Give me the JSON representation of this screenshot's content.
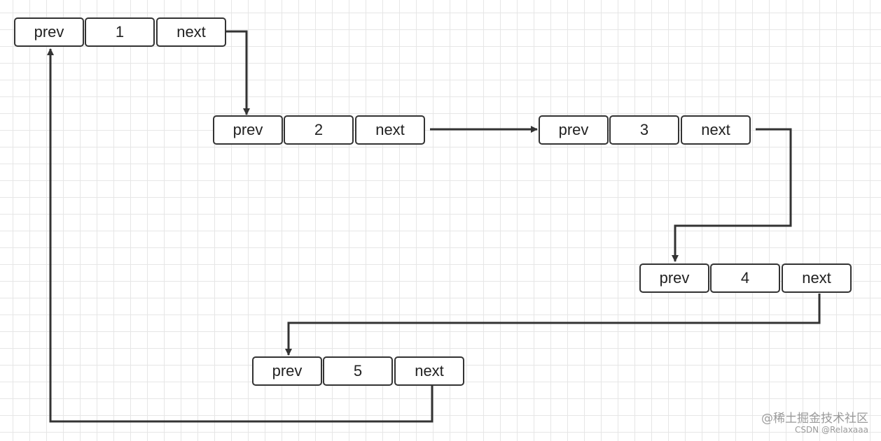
{
  "nodes": [
    {
      "prev_label": "prev",
      "value": "1",
      "next_label": "next"
    },
    {
      "prev_label": "prev",
      "value": "2",
      "next_label": "next"
    },
    {
      "prev_label": "prev",
      "value": "3",
      "next_label": "next"
    },
    {
      "prev_label": "prev",
      "value": "4",
      "next_label": "next"
    },
    {
      "prev_label": "prev",
      "value": "5",
      "next_label": "next"
    }
  ],
  "links": [
    {
      "from": "1",
      "to": "2"
    },
    {
      "from": "2",
      "to": "3"
    },
    {
      "from": "3",
      "to": "4"
    },
    {
      "from": "4",
      "to": "5"
    },
    {
      "from": "5",
      "to": "1"
    }
  ],
  "watermark": {
    "line1": "@稀土掘金技术社区",
    "line2": "CSDN @Relaxaaa"
  },
  "colors": {
    "stroke": "#333333",
    "grid": "#e6e6e6",
    "background": "#ffffff"
  }
}
